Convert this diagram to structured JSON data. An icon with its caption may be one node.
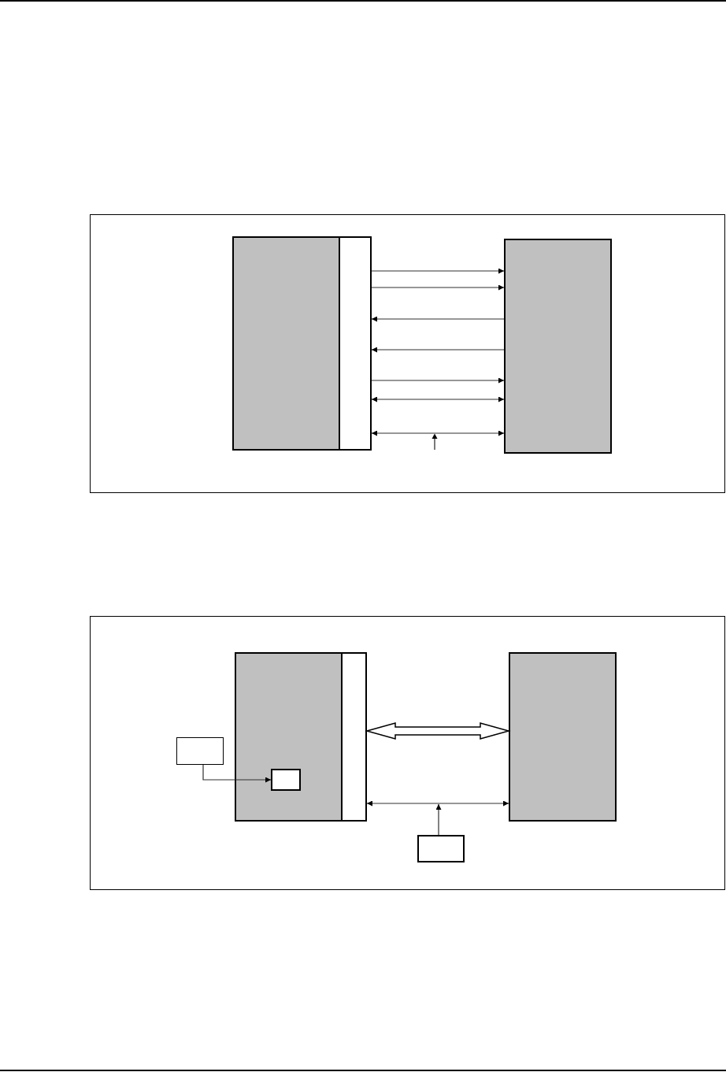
{
  "diagram": {
    "nodes": [
      {
        "text": [],
        "shape": "box"
      },
      {
        "text": [],
        "shape": "box"
      },
      {
        "text": [],
        "shape": "box"
      },
      {
        "text": [],
        "shape": "box"
      },
      {
        "text": [],
        "shape": "box"
      },
      {
        "text": [],
        "shape": "box"
      },
      {
        "text": [],
        "shape": "box"
      },
      {
        "text": [],
        "shape": "box",
        "in": 3
      },
      {
        "text": [],
        "shape": "box"
      }
    ],
    "edges": [
      {
        "from": 1,
        "to": 2,
        "arrow": "to"
      },
      {
        "from": 1,
        "to": 2,
        "arrow": "to"
      },
      {
        "from": 2,
        "to": 1,
        "arrow": "to"
      },
      {
        "from": 2,
        "to": 1,
        "arrow": "to"
      },
      {
        "from": 1,
        "to": 2,
        "arrow": "to"
      },
      {
        "from": 1,
        "to": 2,
        "arrow": "both"
      },
      {
        "from": 1,
        "to": 2,
        "arrow": "both"
      },
      {
        "from": 4,
        "to": 5,
        "arrow": "both",
        "style": "thick"
      },
      {
        "from": 6,
        "to": 7,
        "arrow": "to"
      },
      {
        "from": 4,
        "to": 5,
        "arrow": "both"
      },
      {
        "from": 8,
        "to": null,
        "arrow": "to"
      }
    ]
  }
}
